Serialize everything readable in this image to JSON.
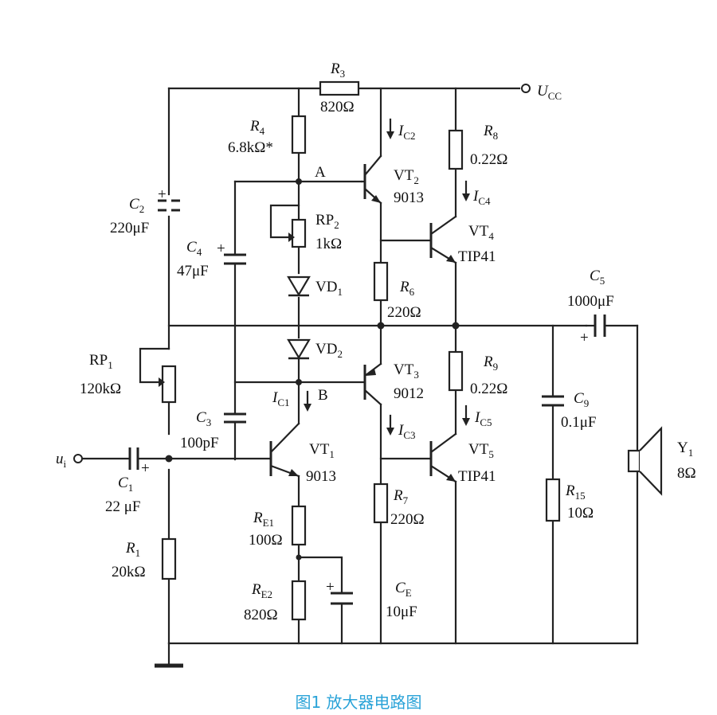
{
  "caption": "图1 放大器电路图",
  "supply": {
    "base": "U",
    "sub": "CC"
  },
  "input": {
    "base": "u",
    "sub": "i"
  },
  "node_A": "A",
  "node_B": "B",
  "components": {
    "R3": {
      "base": "R",
      "sub": "3",
      "value": "820Ω"
    },
    "R4": {
      "base": "R",
      "sub": "4",
      "value": "6.8kΩ*"
    },
    "R8": {
      "base": "R",
      "sub": "8",
      "value": "0.22Ω"
    },
    "C2": {
      "base": "C",
      "sub": "2",
      "value": "220μF"
    },
    "C4": {
      "base": "C",
      "sub": "4",
      "value": "47μF"
    },
    "RP2": {
      "base": "RP",
      "sub": "2",
      "value": "1kΩ"
    },
    "VD1": {
      "base": "VD",
      "sub": "1"
    },
    "VD2": {
      "base": "VD",
      "sub": "2"
    },
    "VT2": {
      "base": "VT",
      "sub": "2",
      "value": "9013"
    },
    "VT4": {
      "base": "VT",
      "sub": "4",
      "value": "TIP41"
    },
    "VT3": {
      "base": "VT",
      "sub": "3",
      "value": "9012"
    },
    "VT5": {
      "base": "VT",
      "sub": "5",
      "value": "TIP41"
    },
    "VT1": {
      "base": "VT",
      "sub": "1",
      "value": "9013"
    },
    "R6": {
      "base": "R",
      "sub": "6",
      "value": "220Ω"
    },
    "R9": {
      "base": "R",
      "sub": "9",
      "value": "0.22Ω"
    },
    "R7": {
      "base": "R",
      "sub": "7",
      "value": "220Ω"
    },
    "C5": {
      "base": "C",
      "sub": "5",
      "value": "1000μF"
    },
    "C9": {
      "base": "C",
      "sub": "9",
      "value": "0.1μF"
    },
    "R15": {
      "base": "R",
      "sub": "15",
      "value": "10Ω"
    },
    "Y1": {
      "base": "Y",
      "sub": "1",
      "value": "8Ω"
    },
    "RP1": {
      "base": "RP",
      "sub": "1",
      "value": "120kΩ"
    },
    "C3": {
      "base": "C",
      "sub": "3",
      "value": "100pF"
    },
    "C1": {
      "base": "C",
      "sub": "1",
      "value": "22 μF"
    },
    "R1": {
      "base": "R",
      "sub": "1",
      "value": "20kΩ"
    },
    "RE1": {
      "base": "R",
      "sub": "E1",
      "value": "100Ω"
    },
    "RE2": {
      "base": "R",
      "sub": "E2",
      "value": "820Ω"
    },
    "CE": {
      "base": "C",
      "sub": "E",
      "value": "10μF"
    }
  },
  "currents": {
    "IC2": {
      "base": "I",
      "sub": "C2"
    },
    "IC4": {
      "base": "I",
      "sub": "C4"
    },
    "IC1": {
      "base": "I",
      "sub": "C1"
    },
    "IC3": {
      "base": "I",
      "sub": "C3"
    },
    "IC5": {
      "base": "I",
      "sub": "C5"
    }
  },
  "polarity_mark": "+"
}
